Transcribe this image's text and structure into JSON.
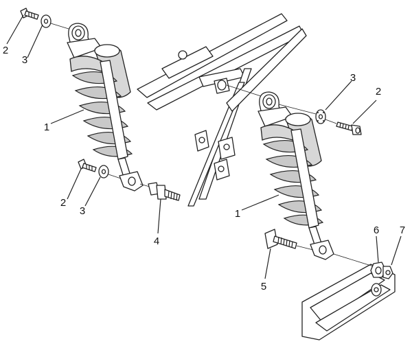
{
  "callouts": [
    {
      "id": "c1a",
      "label": "1"
    },
    {
      "id": "c2a",
      "label": "2"
    },
    {
      "id": "c3a",
      "label": "3"
    },
    {
      "id": "c2b",
      "label": "2"
    },
    {
      "id": "c3b",
      "label": "3"
    },
    {
      "id": "c4",
      "label": "4"
    },
    {
      "id": "c1b",
      "label": "1"
    },
    {
      "id": "c3c",
      "label": "3"
    },
    {
      "id": "c2c",
      "label": "2"
    },
    {
      "id": "c5",
      "label": "5"
    },
    {
      "id": "c6",
      "label": "6"
    },
    {
      "id": "c7",
      "label": "7"
    }
  ]
}
